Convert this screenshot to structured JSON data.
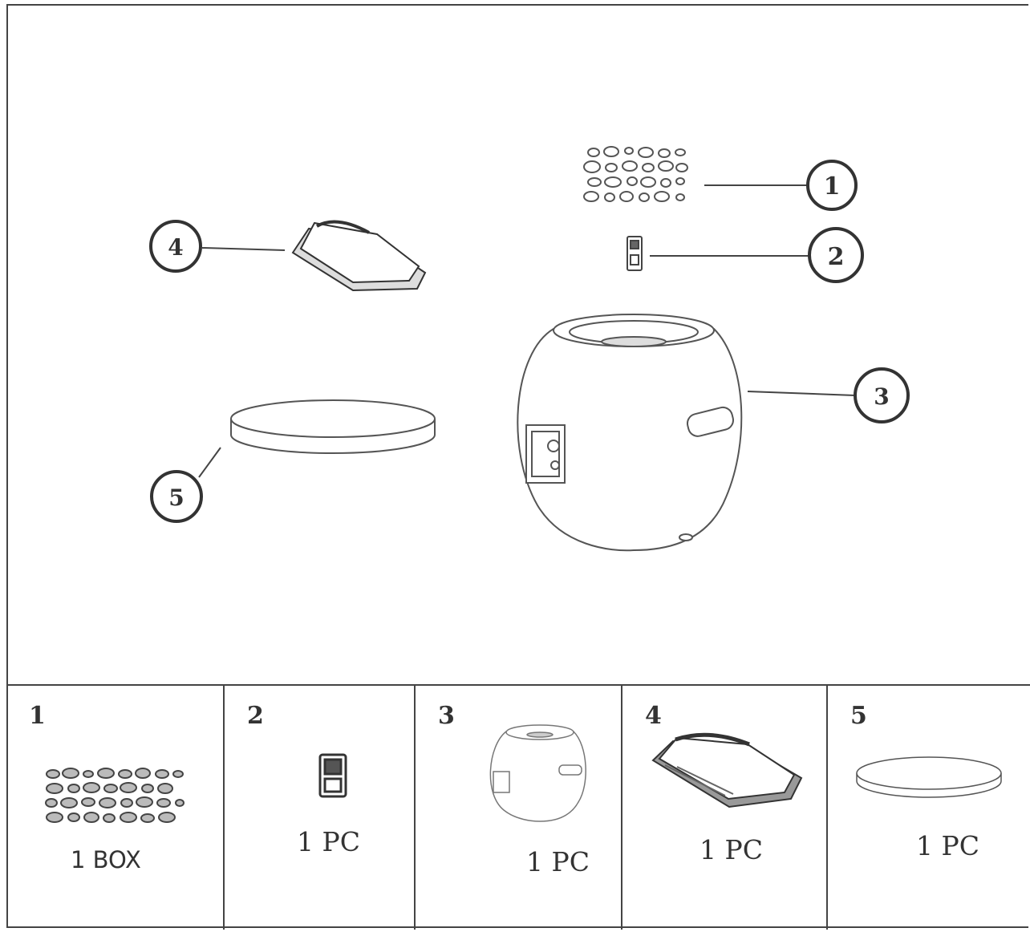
{
  "callouts": [
    {
      "label": "1"
    },
    {
      "label": "2"
    },
    {
      "label": "3"
    },
    {
      "label": "4"
    },
    {
      "label": "5"
    }
  ],
  "parts_table": [
    {
      "number": "1",
      "quantity": "1 BOX",
      "icon": "stones-icon"
    },
    {
      "number": "2",
      "quantity": "1 PC",
      "icon": "igniter-icon"
    },
    {
      "number": "3",
      "quantity": "1 PC",
      "icon": "fire-bowl-icon"
    },
    {
      "number": "4",
      "quantity": "1 PC",
      "icon": "cover-icon"
    },
    {
      "number": "5",
      "quantity": "1 PC",
      "icon": "lid-icon"
    }
  ]
}
